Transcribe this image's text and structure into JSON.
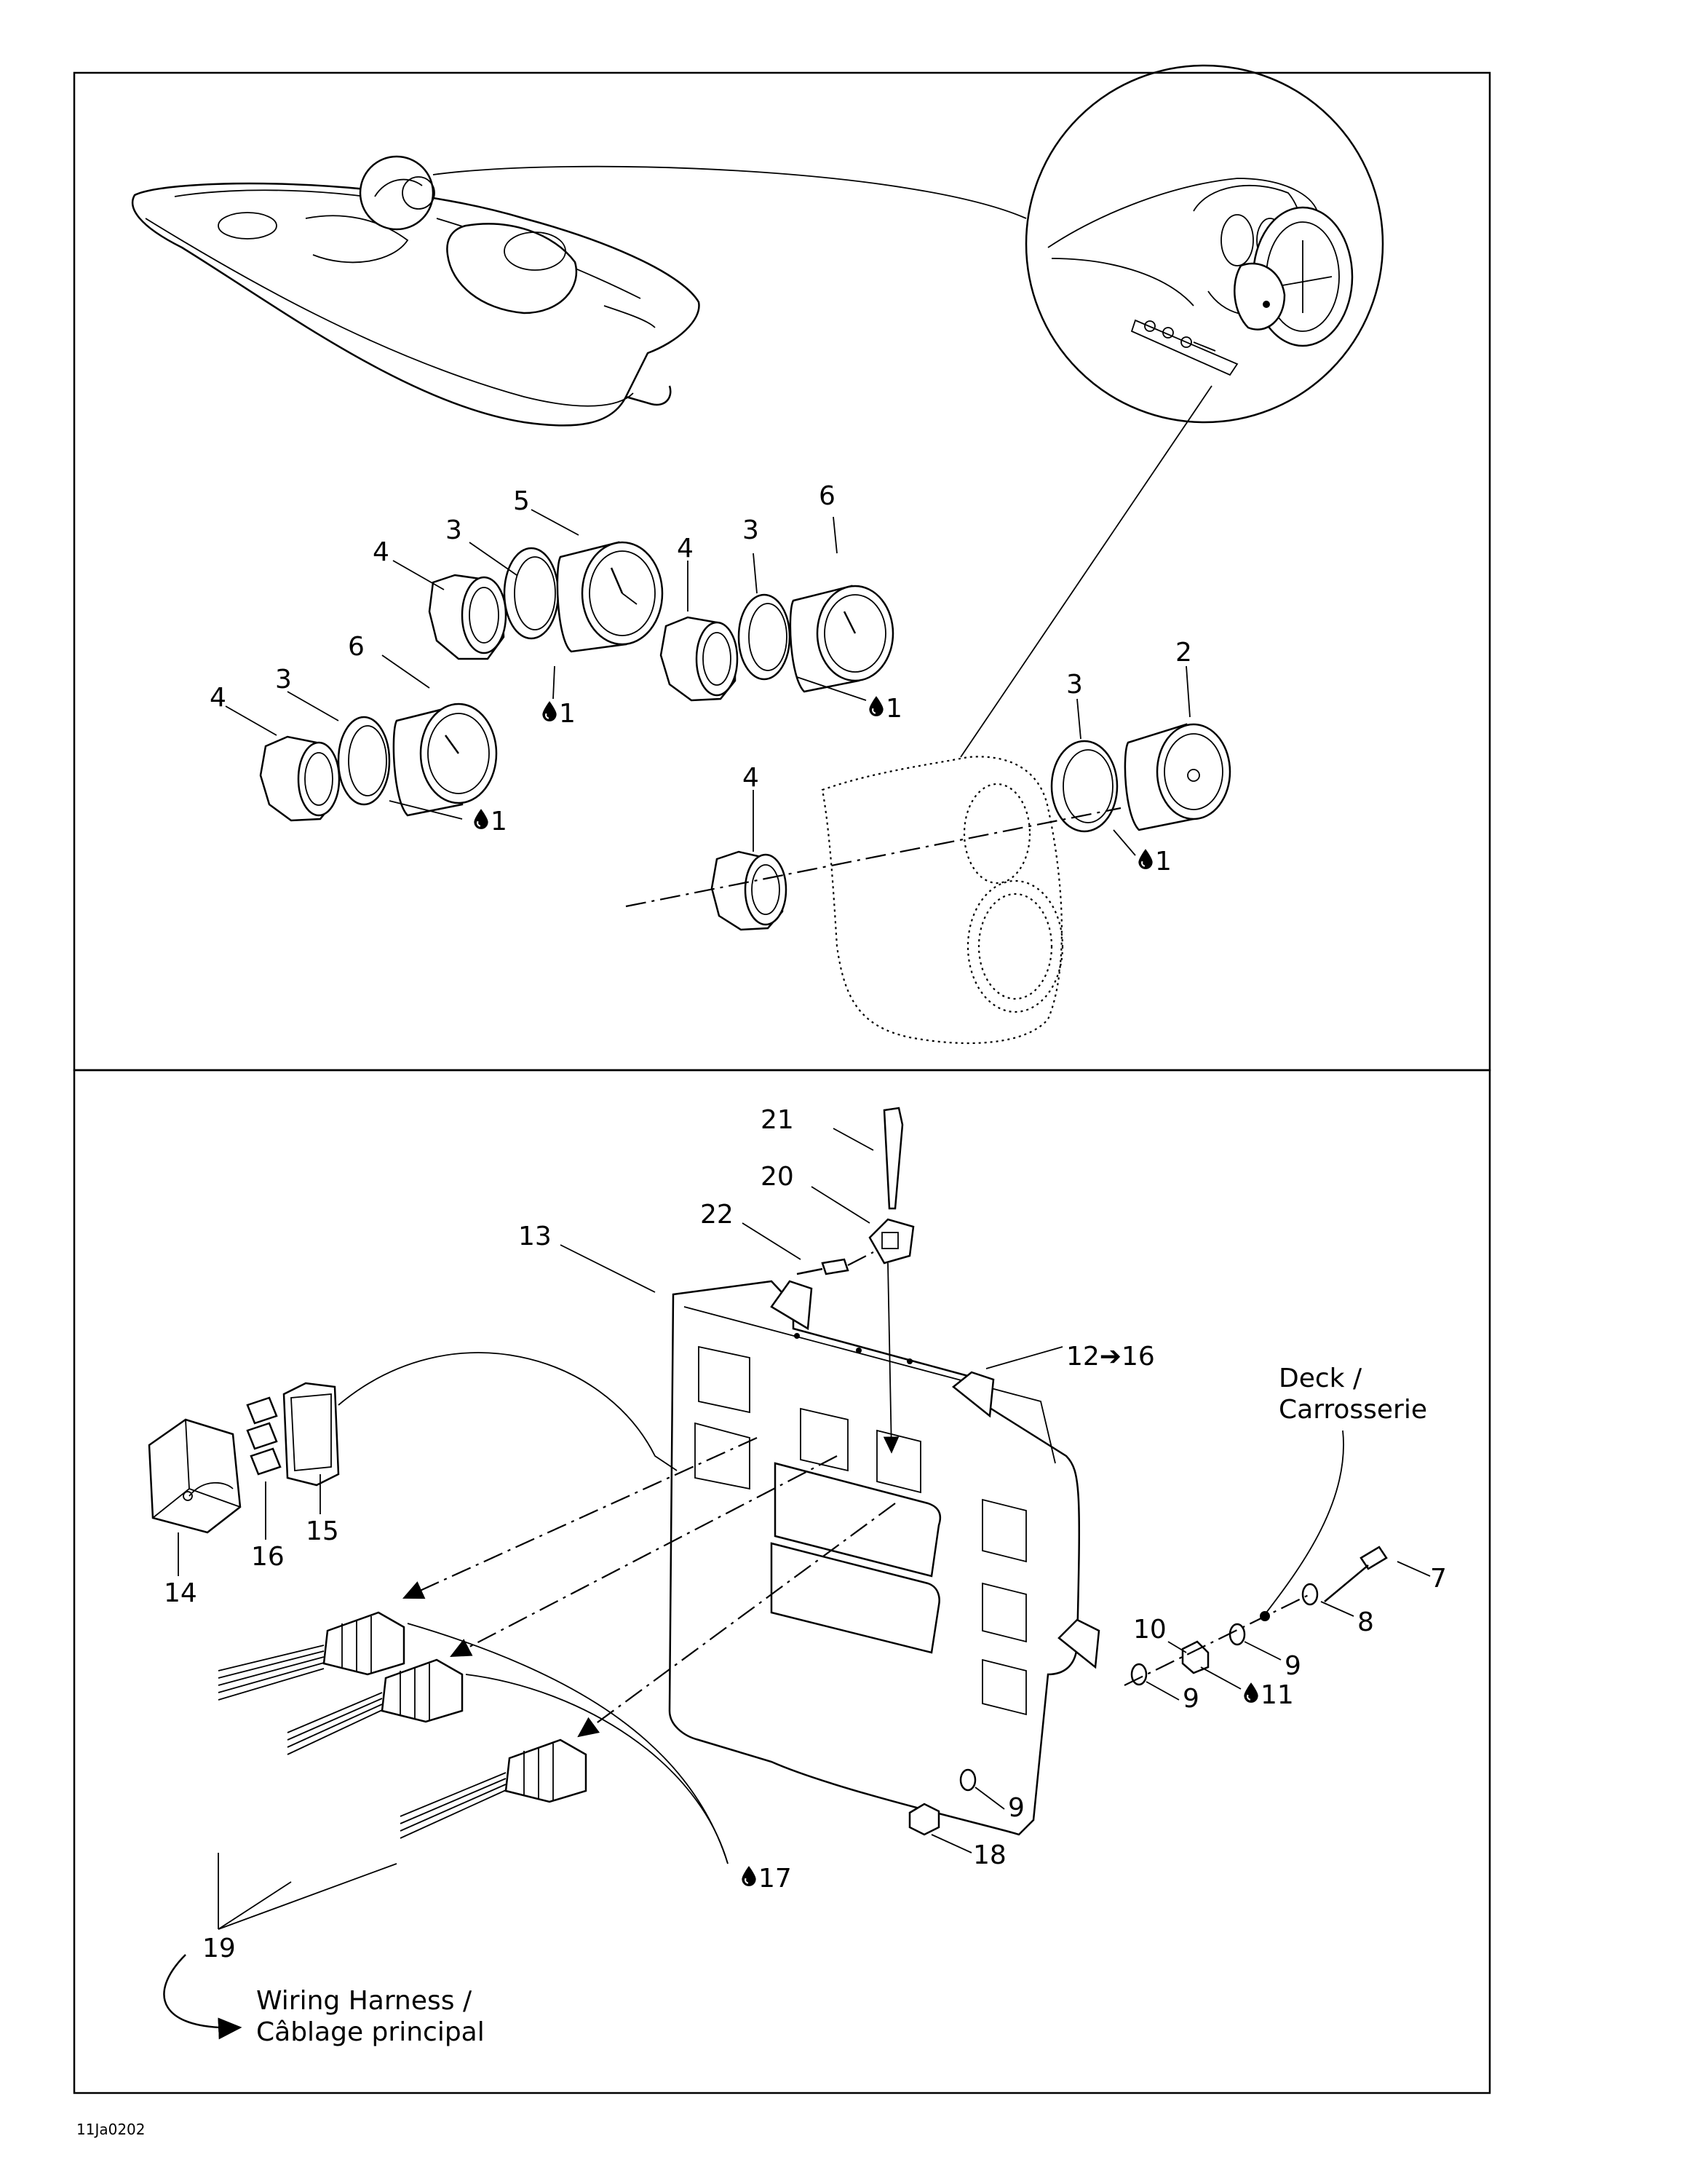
{
  "drawing_code": "11Ja0202",
  "callouts": {
    "c1a": "1",
    "c1b": "1",
    "c1c": "1",
    "c1d": "1",
    "c2": "2",
    "c3a": "3",
    "c3b": "3",
    "c3c": "3",
    "c3d": "3",
    "c4a": "4",
    "c4b": "4",
    "c4c": "4",
    "c4d": "4",
    "c5": "5",
    "c6a": "6",
    "c6b": "6",
    "c7": "7",
    "c8": "8",
    "c9a": "9",
    "c9b": "9",
    "c9c": "9",
    "c10": "10",
    "c11": "11",
    "c12": "12➔16",
    "c13": "13",
    "c14": "14",
    "c15": "15",
    "c16": "16",
    "c17": "17",
    "c18": "18",
    "c19": "19",
    "c20": "20",
    "c21": "21",
    "c22": "22"
  },
  "notes": {
    "deck_line1": "Deck /",
    "deck_line2": "Carrosserie",
    "harness_line1": "Wiring Harness /",
    "harness_line2": "Câblage principal"
  }
}
